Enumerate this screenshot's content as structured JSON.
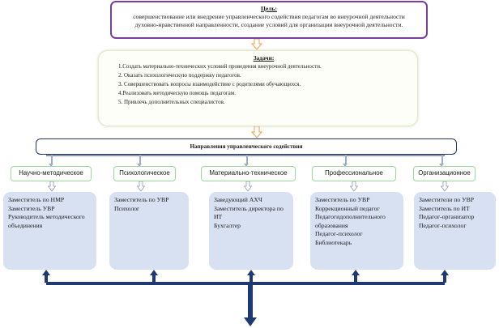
{
  "goal": {
    "title": "Цель:",
    "lines": [
      "совершенствование или внедрение управленческого содействия педагогам во внеурочной деятельности",
      "духовно-нравственной направленности, создание условий для организации внеурочной деятельности."
    ]
  },
  "tasks": {
    "title": "Задачи:",
    "items": [
      "1.Создать материально-технических условий проведения внеурочной деятельности.",
      "2. Оказать психологическую поддержку педагогов.",
      "3. Совершенствовать вопросы взаимодействие с родителями обучающихся.",
      "4.Реализовать методическую помощь педагогам.",
      "5. Привлечь дополнительных специалистов."
    ]
  },
  "directions_title": "Направления управленческого содействия",
  "directions": [
    {
      "name": "Научно-методическое",
      "staff": [
        "Заместитель по НМР",
        "Заместитель УВР",
        "Руководитель методического объединения"
      ]
    },
    {
      "name": "Психологическое",
      "staff": [
        "Заместитель по УВР",
        "Психолог"
      ]
    },
    {
      "name": "Материально-техническое",
      "staff": [
        "Заведующий АХЧ",
        "Заместитель директора по ИТ",
        "Бухгалтер"
      ]
    },
    {
      "name": "Профессиональное",
      "staff": [
        "Заместитель по УВР",
        "Коррекционный педагог",
        "Педагогидополнительного образования",
        "Педагог-психолог",
        "Библиотекарь"
      ]
    },
    {
      "name": "Организационное",
      "staff": [
        "Заместители по УВР",
        "Заместитель по ИТ",
        "Педагог-организатор",
        "Педагог-психолог"
      ]
    }
  ],
  "colors": {
    "goal_border": "#7b3d9e",
    "header_border": "#9bd89b",
    "card_fill": "#d8e1f2",
    "connector": "#1f3a72"
  }
}
